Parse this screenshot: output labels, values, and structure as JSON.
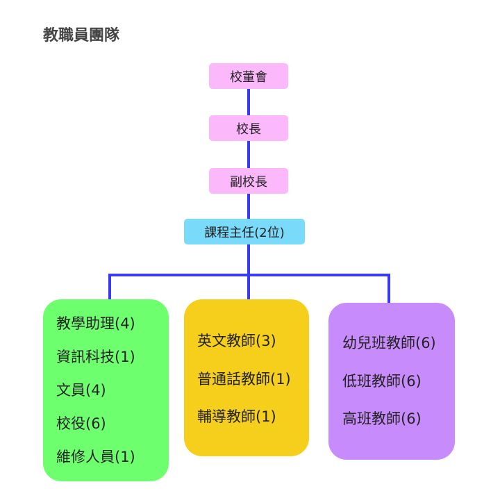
{
  "title": "教職員團隊",
  "hierarchy": [
    {
      "label": "校董會",
      "color": "#fbb8fb"
    },
    {
      "label": "校長",
      "color": "#fbb8fb"
    },
    {
      "label": "副校長",
      "color": "#fbb8fb"
    },
    {
      "label": "課程主任(2位)",
      "color": "#79dafa"
    }
  ],
  "groups": [
    {
      "color": "#6eff6e",
      "items": [
        "教學助理(4)",
        "資訊科技(1)",
        "文員(4)",
        "校役(6)",
        "維修人員(1)"
      ]
    },
    {
      "color": "#f6cf1c",
      "items": [
        "英文教師(3)",
        "普通話教師(1)",
        "輔導教師(1)"
      ]
    },
    {
      "color": "#c88bfc",
      "items": [
        "幼兒班教師(6)",
        "低班教師(6)",
        "高班教師(6)"
      ]
    }
  ],
  "connector_color": "#3a3af5"
}
